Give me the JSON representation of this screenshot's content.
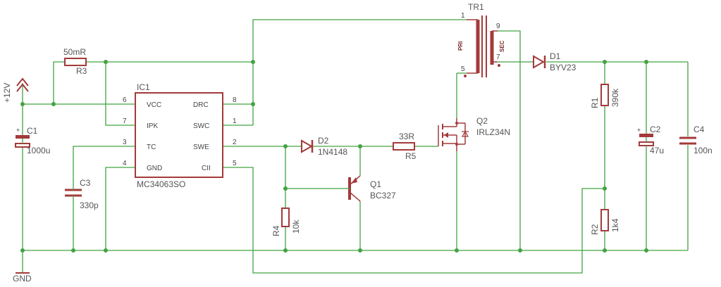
{
  "colors": {
    "wire": "#41a341",
    "part": "#a33a3a",
    "text": "#555555",
    "background": "#ffffff"
  },
  "power": {
    "supply_label": "+12V",
    "ground_label": "GND"
  },
  "ic1": {
    "name": "IC1",
    "value": "MC34063SO",
    "pins": {
      "vcc": {
        "num": "6",
        "name": "VCC"
      },
      "ipk": {
        "num": "7",
        "name": "IPK"
      },
      "tc": {
        "num": "3",
        "name": "TC"
      },
      "gnd": {
        "num": "4",
        "name": "GND"
      },
      "drc": {
        "num": "8",
        "name": "DRC"
      },
      "swc": {
        "num": "1",
        "name": "SWC"
      },
      "swe": {
        "num": "2",
        "name": "SWE"
      },
      "cii": {
        "num": "5",
        "name": "CII"
      }
    }
  },
  "tr1": {
    "name": "TR1",
    "pri": "PRI",
    "sec": "SEC",
    "pin1": "1",
    "pin5": "5",
    "pin9": "9",
    "pin7": "7"
  },
  "components": {
    "r3": {
      "name": "R3",
      "value": "50mR"
    },
    "c1": {
      "name": "C1",
      "value": "1000u"
    },
    "c3": {
      "name": "C3",
      "value": "330p"
    },
    "d2": {
      "name": "D2",
      "value": "1N4148"
    },
    "r5": {
      "name": "R5",
      "value": "33R"
    },
    "r4": {
      "name": "R4",
      "value": "10k"
    },
    "q1": {
      "name": "Q1",
      "value": "BC327"
    },
    "q2": {
      "name": "Q2",
      "value": "IRLZ34N"
    },
    "d1": {
      "name": "D1",
      "value": "BYV23"
    },
    "r1": {
      "name": "R1",
      "value": "390k"
    },
    "r2": {
      "name": "R2",
      "value": "1k4"
    },
    "c2": {
      "name": "C2",
      "value": "47u"
    },
    "c4": {
      "name": "C4",
      "value": "100n"
    }
  }
}
